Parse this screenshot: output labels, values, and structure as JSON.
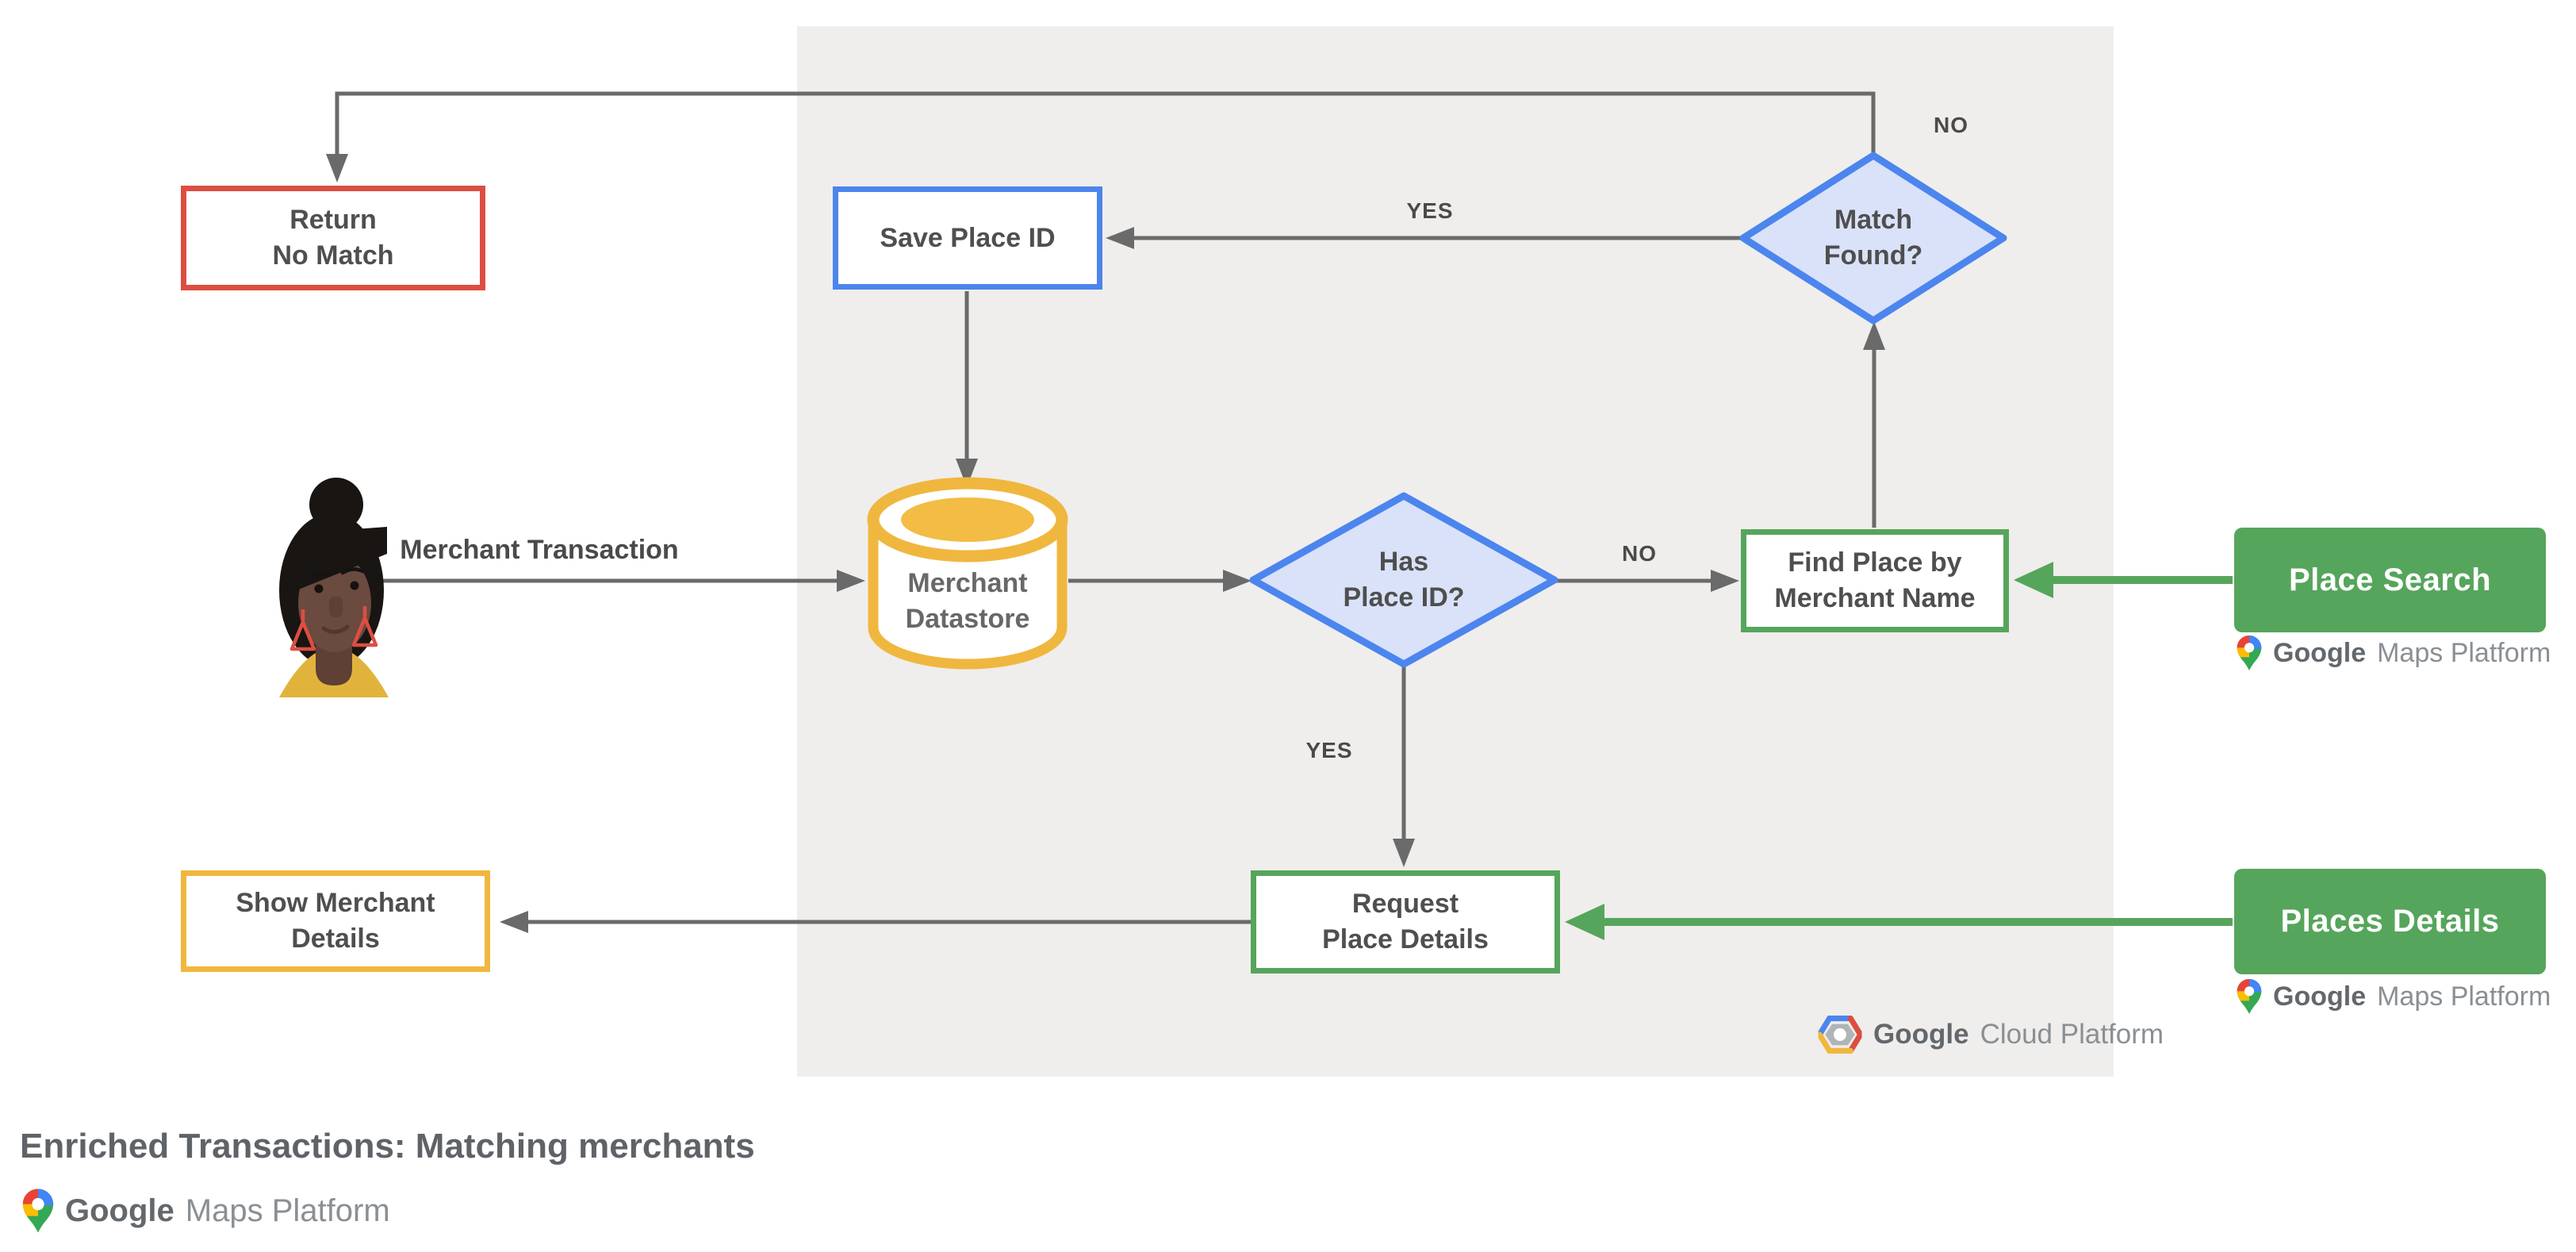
{
  "title": "Enriched Transactions: Matching merchants",
  "nodes": {
    "return_no_match": "Return\nNo Match",
    "save_place_id": "Save Place ID",
    "match_found": "Match\nFound?",
    "merchant_datastore": "Merchant\nDatastore",
    "has_place_id": "Has\nPlace ID?",
    "find_place": "Find Place by\nMerchant Name",
    "request_place_details": "Request\nPlace Details",
    "show_merchant_details": "Show Merchant\nDetails"
  },
  "api": {
    "place_search": "Place Search",
    "places_details": "Places Details"
  },
  "edge_labels": {
    "no_return": "NO",
    "yes_save": "YES",
    "no_find": "NO",
    "yes_request": "YES",
    "merchant_transaction": "Merchant Transaction"
  },
  "logos": {
    "maps_google": "Google",
    "maps_rest": "Maps Platform",
    "cloud_google": "Google",
    "cloud_rest": "Cloud Platform"
  },
  "colors": {
    "red": "#DC4E41",
    "blue": "#4C85EE",
    "blue_fill": "#D9E2F8",
    "yellow": "#F0B73F",
    "green": "#56A55C",
    "panel_gray": "#EFEEEC",
    "arrow_gray": "#6A6A6A",
    "text_gray": "#4F4F4F"
  }
}
